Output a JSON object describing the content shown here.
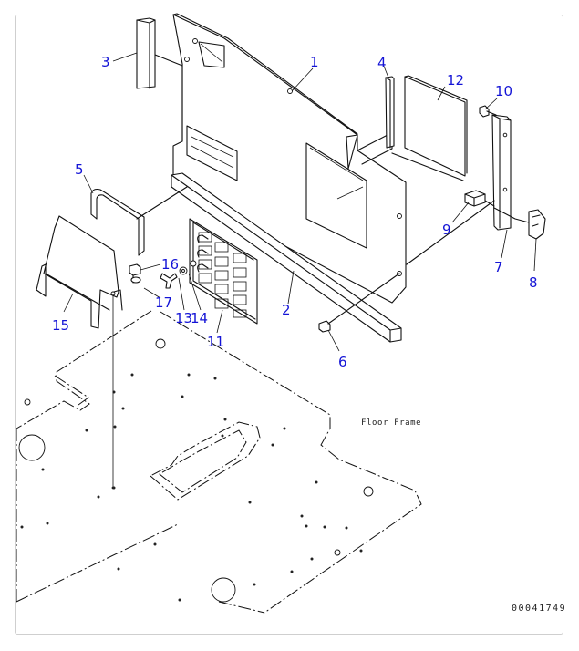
{
  "diagram": {
    "callouts": [
      {
        "id": "1",
        "text": "1"
      },
      {
        "id": "2",
        "text": "2"
      },
      {
        "id": "3",
        "text": "3"
      },
      {
        "id": "4",
        "text": "4"
      },
      {
        "id": "5",
        "text": "5"
      },
      {
        "id": "6",
        "text": "6"
      },
      {
        "id": "7",
        "text": "7"
      },
      {
        "id": "8",
        "text": "8"
      },
      {
        "id": "9",
        "text": "9"
      },
      {
        "id": "10",
        "text": "10"
      },
      {
        "id": "11",
        "text": "11"
      },
      {
        "id": "12",
        "text": "12"
      },
      {
        "id": "13",
        "text": "13"
      },
      {
        "id": "14",
        "text": "14"
      },
      {
        "id": "15",
        "text": "15"
      },
      {
        "id": "16",
        "text": "16"
      },
      {
        "id": "17",
        "text": "17"
      }
    ],
    "floor_frame_label": "Floor Frame",
    "drawing_number": "00041749",
    "callout_color": "#1414d6",
    "line_color": "#111111"
  }
}
